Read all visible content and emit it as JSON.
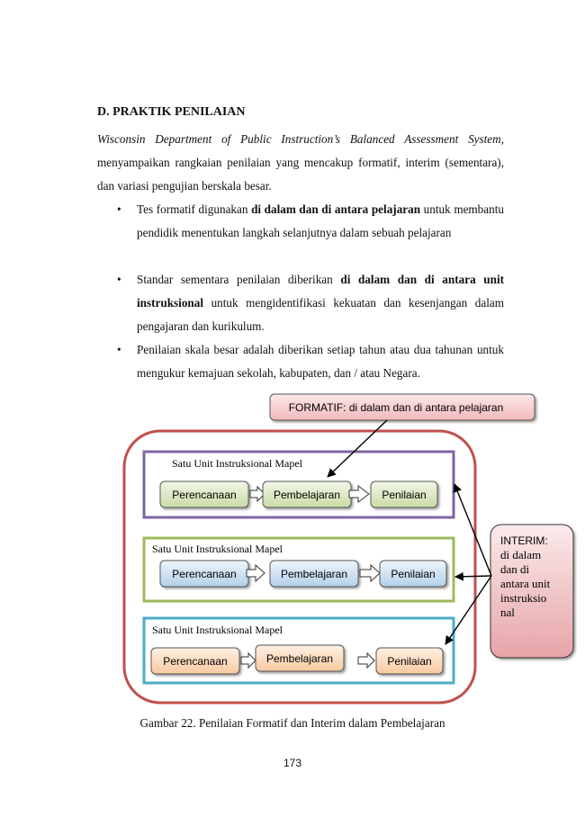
{
  "heading": "D. PRAKTIK PENILAIAN",
  "intro": {
    "italic": "Wisconsin Department of Public Instruction’s Balanced Assessment System",
    "rest": ", menyampaikan rangkaian penilaian yang mencakup formatif, interim (sementara), dan variasi pengujian berskala besar."
  },
  "bullets": [
    {
      "pre": "Tes formatif digunakan ",
      "bold": "di dalam dan di antara pelajaran",
      "post": " untuk membantu pendidik menentukan langkah selanjutnya dalam sebuah pelajaran"
    },
    {
      "pre": "Standar  sementara penilaian diberikan ",
      "bold": "di dalam dan di antara unit instruksional",
      "post": " untuk mengidentifikasi kekuatan dan kesenjangan dalam pengajaran dan kurikulum."
    },
    {
      "pre": "Penilaian skala besar adalah diberikan setiap tahun atau dua tahunan untuk mengukur kemajuan sekolah, kabupaten, dan / atau Negara.",
      "bold": "",
      "post": ""
    }
  ],
  "diagram": {
    "formatif_label": "FORMATIF: di dalam dan di antara pelajaran",
    "interim_lines": [
      "INTERIM:",
      "di dalam",
      "dan di",
      "antara unit",
      "instruksio",
      "nal"
    ],
    "units": [
      {
        "title": "Satu Unit Instruksional Mapel",
        "steps": [
          "Perencanaan",
          "Pembelajaran",
          "Penilaian"
        ]
      },
      {
        "title": "Satu Unit Instruksional Mapel",
        "steps": [
          "Perencanaan",
          "Pembelajaran",
          "Penilaian"
        ]
      },
      {
        "title": "Satu Unit Instruksional Mapel",
        "steps": [
          "Perencanaan",
          "Pembelajaran",
          "Penilaian"
        ]
      }
    ],
    "colors": {
      "outer": "#c0504d",
      "unit1_border": "#8064a2",
      "unit2_border": "#9bbb59",
      "unit3_border": "#4bacc6",
      "green_fill": "#d7e4bd",
      "blue_fill": "#c6dcef",
      "orange_fill": "#fbd5b5",
      "callout_fill": "#f2c4c6"
    }
  },
  "caption": "Gambar 22. Penilaian Formatif dan Interim dalam Pembelajaran",
  "page_number": "173"
}
